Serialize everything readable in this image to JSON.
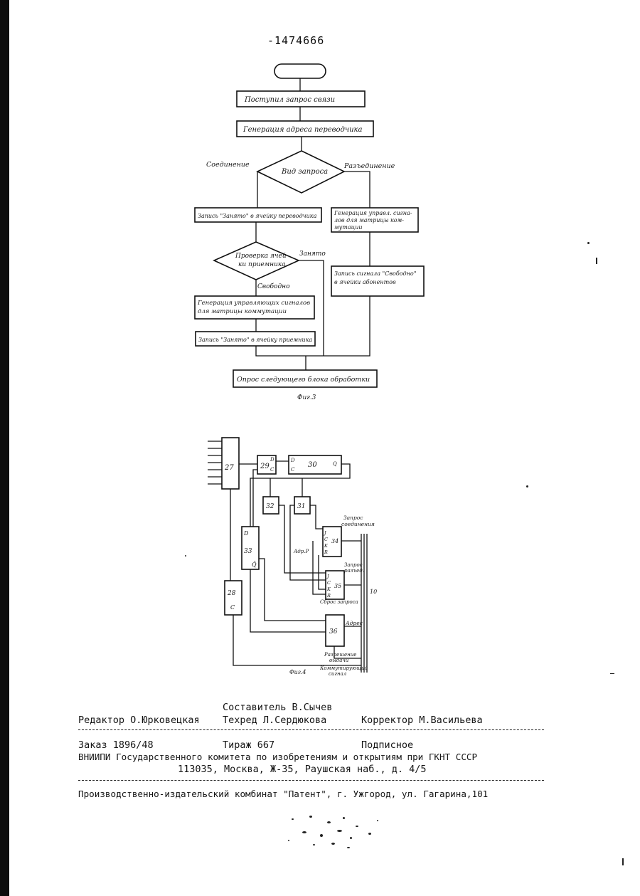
{
  "patent_number": "-1474666",
  "fig3": {
    "caption": "Фиг.3",
    "steps": {
      "request": "Поступил запрос связи",
      "gen_address": "Генерация адреса переводчика",
      "decision_type": "Вид запроса",
      "branch_connect": "Соединение",
      "branch_disconnect": "Разъединение",
      "write_busy_translator": "Запись \"Занято\" в ячейку переводчика",
      "gen_signals_matrix_right": "Генерация управл. сигна-лов для матрицы ком-мутации",
      "check_cell": "Проверка ячей-ки приемника",
      "busy": "Занято",
      "free": "Свободно",
      "write_free_subscribers": "Запись сигнала \"Свободно\" в ячейки абонентов",
      "gen_signals_matrix": "Генерация управляющих сигналов для матрицы коммутации",
      "write_busy_receiver": "Запись \"Занято\" в ячейку приемника",
      "poll_next": "Опрос следующего блока обработки"
    }
  },
  "fig4": {
    "caption": "Фиг.4",
    "blocks": {
      "b27": "27",
      "b29": "29",
      "b30": "30",
      "b32": "32",
      "b31": "31",
      "b33": "33",
      "b34": "34",
      "b35": "35",
      "b28": "28",
      "b36": "36"
    },
    "pins": {
      "d": "D",
      "c": "C",
      "q": "Q",
      "r": "R",
      "j": "J",
      "k": "K",
      "inv_q": "Q̄"
    },
    "labels": {
      "request_connection": "Запрос соединения",
      "request_disconnect": "Запрос разъед.",
      "reset_request": "Сброс запроса",
      "address": "Адрес",
      "enable_output": "Разрешение выдачи",
      "switching_signal": "Коммутирующий сигнал",
      "addr_r": "Адр.Р",
      "bus_10": "10"
    }
  },
  "imprint": {
    "compiler": "Составитель В.Сычев",
    "editor": "Редактор О.Юрковецкая",
    "techred": "Техред Л.Сердюкова",
    "corrector": "Корректор М.Васильева",
    "order": "Заказ 1896/48",
    "circulation": "Тираж 667",
    "subscription": "Подписное",
    "vniipi": "ВНИИПИ Государственного комитета по изобретениям и открытиям при ГКНТ СССР",
    "address": "113035, Москва, Ж-35, Раушская наб., д. 4/5",
    "publisher": "Производственно-издательский комбинат \"Патент\", г. Ужгород, ул. Гагарина,101"
  }
}
